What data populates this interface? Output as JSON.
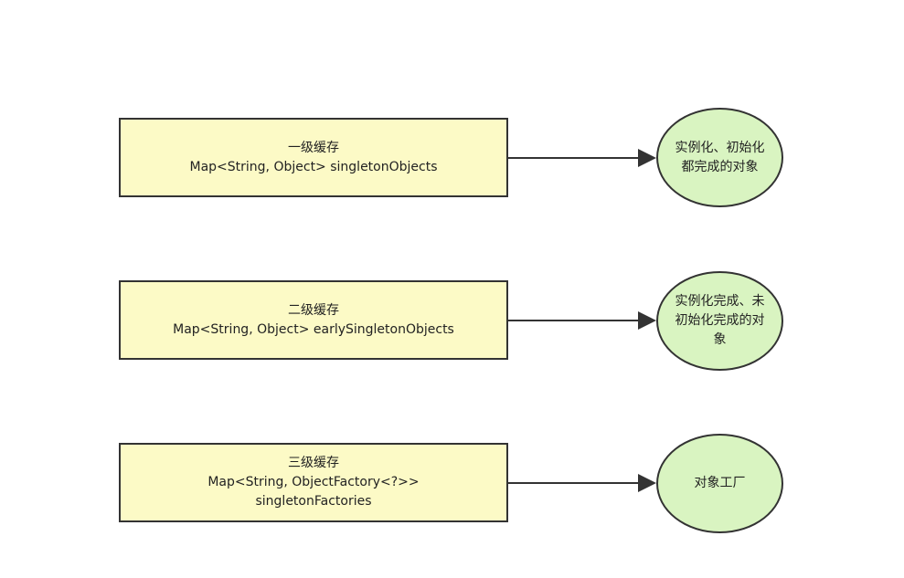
{
  "caches": [
    {
      "title": "一级缓存",
      "lines": [
        "Map<String, Object> singletonObjects"
      ],
      "target": "实例化、初始化都完成的对象"
    },
    {
      "title": "二级缓存",
      "lines": [
        "Map<String, Object> earlySingletonObjects"
      ],
      "target": "实例化完成、未初始化完成的对象"
    },
    {
      "title": "三级缓存",
      "lines": [
        "Map<String, ObjectFactory<?>>",
        "singletonFactories"
      ],
      "target": "对象工厂"
    }
  ],
  "colors": {
    "box_fill": "#fcfac6",
    "circle_fill": "#d9f4c1",
    "stroke": "#333333"
  }
}
